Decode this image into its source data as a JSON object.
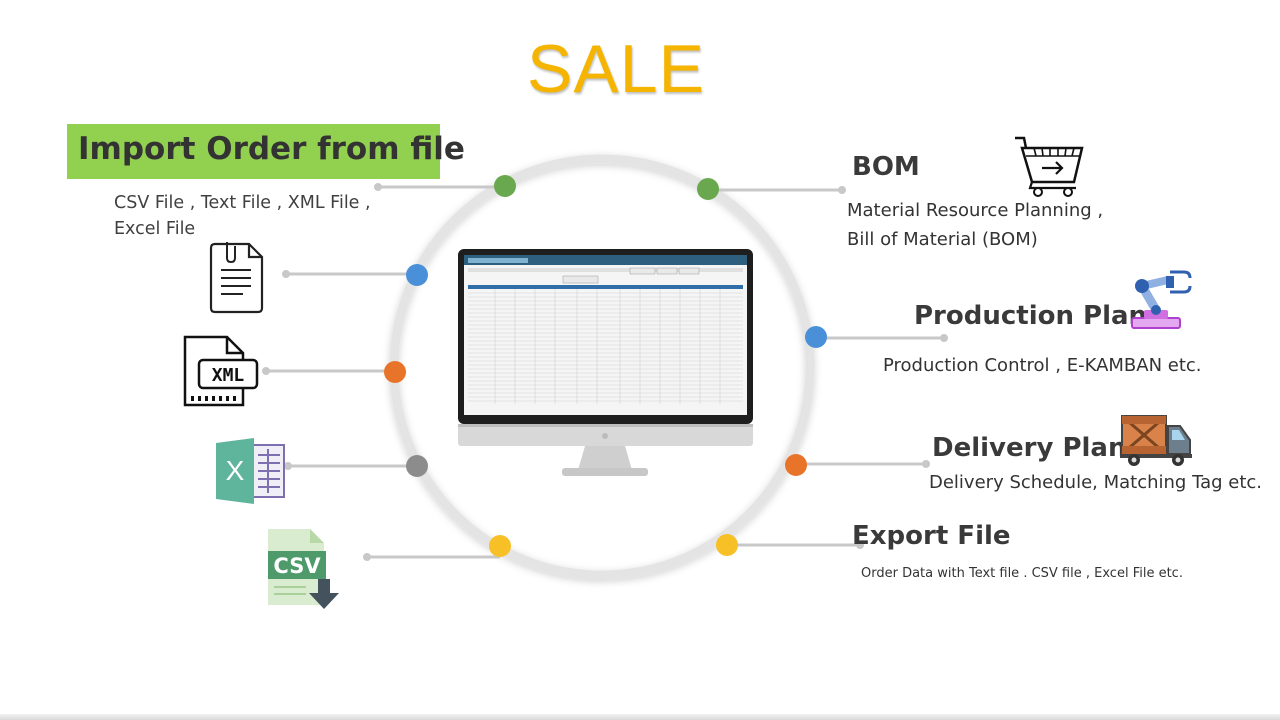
{
  "title": "SALE",
  "import": {
    "heading": "Import Order from file",
    "desc_line1": "CSV File , Text File , XML File ,",
    "desc_line2": "Excel File"
  },
  "icons": {
    "text_file": "text-file-icon",
    "xml_file": "xml-file-icon",
    "xml_label": "XML",
    "excel_file": "excel-file-icon",
    "excel_label": "X",
    "csv_file": "csv-file-icon",
    "csv_label": "CSV",
    "cart": "shopping-cart-icon",
    "robot": "robot-arm-icon",
    "truck": "delivery-truck-icon"
  },
  "bom": {
    "heading": "BOM",
    "line1": "Material Resource Planning ,",
    "line2": "Bill of Material (BOM)"
  },
  "production": {
    "heading": "Production Plan",
    "desc": "Production Control , E-KAMBAN etc."
  },
  "delivery": {
    "heading": "Delivery Plan",
    "desc": "Delivery Schedule, Matching Tag  etc."
  },
  "export": {
    "heading": "Export File",
    "desc": "Order Data  with Text file . CSV file , Excel File  etc."
  },
  "colors": {
    "title": "#f4b400",
    "import_box": "#92d050",
    "node_green": "#6aa84f",
    "node_blue": "#4a90d9",
    "node_orange": "#e8742a",
    "node_gray": "#8c8c8c",
    "node_yellow": "#f6c026"
  }
}
